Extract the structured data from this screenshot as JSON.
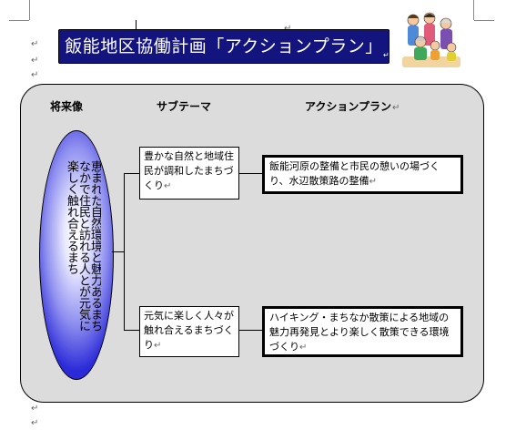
{
  "document": {
    "title": "飯能地区協働計画「アクションプラン」",
    "paragraph_mark": "↵"
  },
  "diagram": {
    "headers": {
      "vision": "将来像",
      "subtheme": "サブテーマ",
      "action_plan": "アクションプラン"
    },
    "vision": "恵まれた自然環境と魅力あるまちなかで住民と訪れる人とが元気に楽しく触れ合えるまち",
    "rows": [
      {
        "subtheme": "豊かな自然と地域住民が調和したまちづくり",
        "action_plan": "飯能河原の整備と市民の憩いの場づくり、水辺散策路の整備"
      },
      {
        "subtheme": "元気に楽しく人々が触れ合えるまちづくり",
        "action_plan": "ハイキング・まちなか散策による地域の魅力再発見とより楽しく散策できる環境づくり"
      }
    ]
  },
  "colors": {
    "title_background": "#14147e",
    "panel_background": "#dcdcdc",
    "ellipse_fill": "#2a2ad8"
  }
}
